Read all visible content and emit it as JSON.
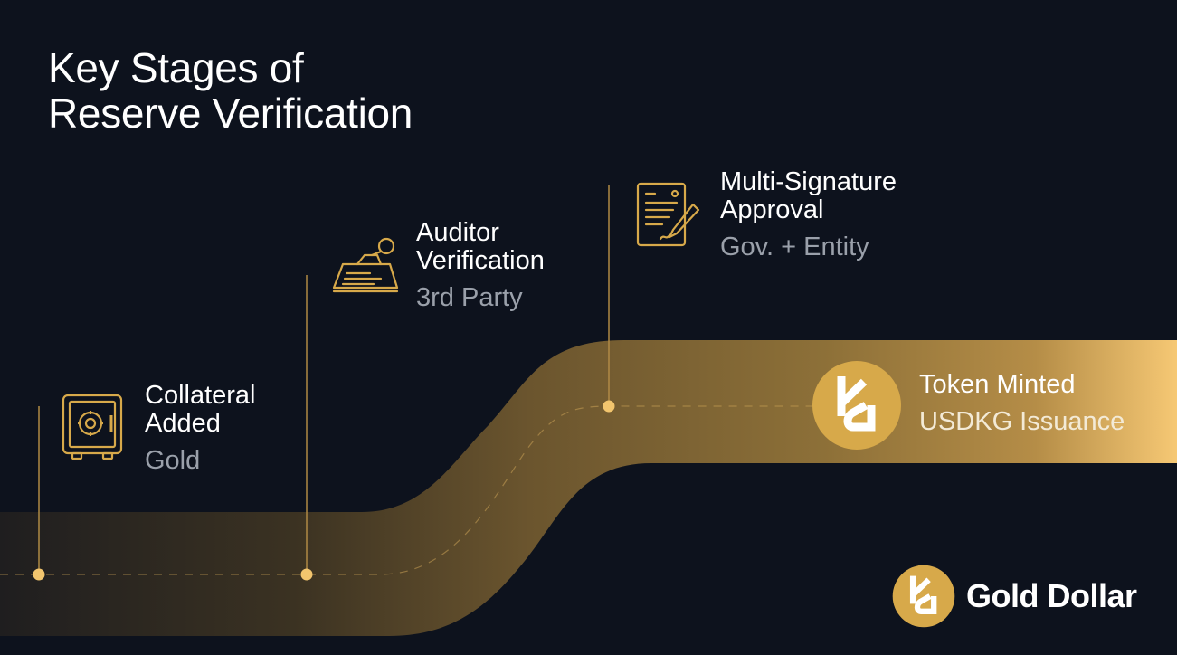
{
  "title": {
    "line1": "Key Stages of",
    "line2": "Reserve Verification"
  },
  "stages": [
    {
      "name_line1": "Collateral",
      "name_line2": "Added",
      "sub": "Gold",
      "icon": "safe-icon"
    },
    {
      "name_line1": "Auditor",
      "name_line2": "Verification",
      "sub": "3rd Party",
      "icon": "stamp-icon"
    },
    {
      "name_line1": "Multi-Signature",
      "name_line2": "Approval",
      "sub": "Gov. + Entity",
      "icon": "signed-document-icon"
    },
    {
      "name_line1": "Token Minted",
      "sub": "USDKG Issuance",
      "icon": "usdkg-logo-icon"
    }
  ],
  "brand": {
    "name": "Gold Dollar",
    "logo": "gold-dollar-logo"
  },
  "colors": {
    "background": "#0d121d",
    "gold": "#d7a94a",
    "gold_light": "#f7c872",
    "muted_text": "#9aa0aa"
  }
}
